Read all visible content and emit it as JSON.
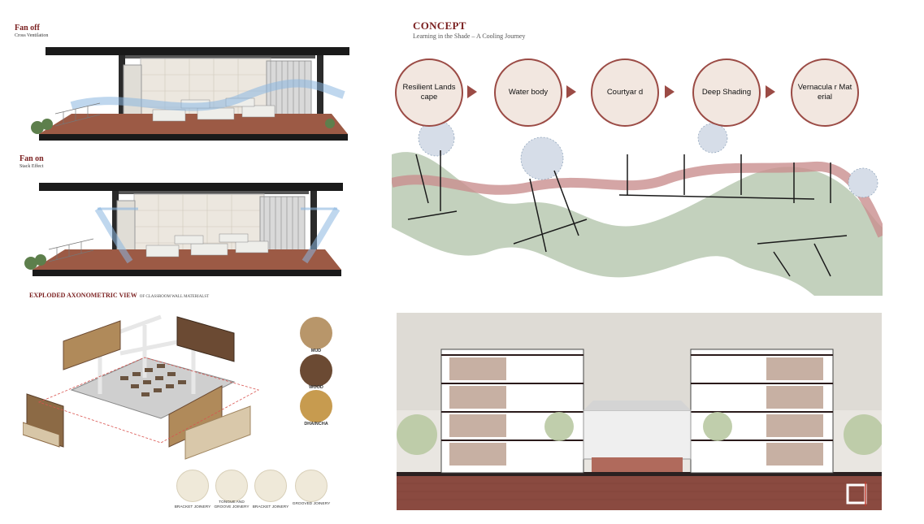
{
  "fan_off": {
    "title": "Fan off",
    "subtitle": "Cross Ventilation"
  },
  "fan_on": {
    "title": "Fan on",
    "subtitle": "Stack Effect"
  },
  "concept": {
    "title": "CONCEPT",
    "subtitle": "Learning in the Shade – A Cooling Journey",
    "steps": [
      "Resilient Landscape",
      "Water body",
      "Courtyar d",
      "Deep Shading",
      "Vernacula r Material"
    ]
  },
  "exploded": {
    "title": "EXPLODED AXONOMETRIC VIEW",
    "subtitle": "OF CLASSROOM WALL MATERIALST"
  },
  "materials": [
    {
      "label": "MUD",
      "color": "#b8966a"
    },
    {
      "label": "WOOD",
      "color": "#6b4a33"
    },
    {
      "label": "DHAINCHA",
      "color": "#c79b4f"
    }
  ],
  "joinery": [
    {
      "label": "BRACKET JOINERY"
    },
    {
      "label": "TONGUE AND GROOVE JOINERY"
    },
    {
      "label": "BRACKET JOINERY"
    },
    {
      "label": "GROOVED JOINERY"
    }
  ],
  "colors": {
    "accent": "#7a1f1f",
    "circle_border": "#9b4b45",
    "circle_fill": "#f2e7e0",
    "floor": "#9c5a45",
    "ground": "#8a4a40",
    "green_blob": "#b9c9b1",
    "pink_band": "#c98f8f",
    "blue_circle": "#d6dde8"
  }
}
